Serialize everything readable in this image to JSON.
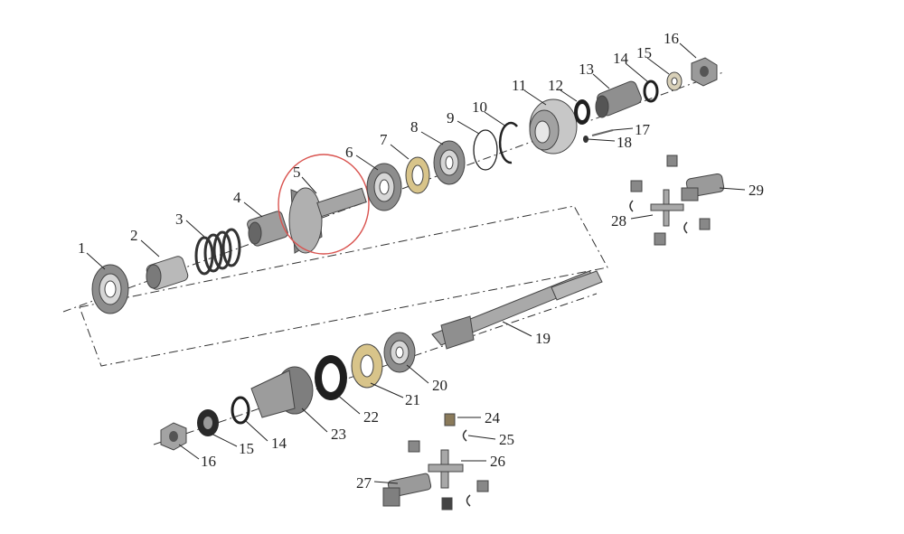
{
  "callouts": [
    {
      "key": "p1",
      "label": "1"
    },
    {
      "key": "p2",
      "label": "2"
    },
    {
      "key": "p3",
      "label": "3"
    },
    {
      "key": "p4",
      "label": "4"
    },
    {
      "key": "p5",
      "label": "5"
    },
    {
      "key": "p6",
      "label": "6"
    },
    {
      "key": "p7",
      "label": "7"
    },
    {
      "key": "p8",
      "label": "8"
    },
    {
      "key": "p9",
      "label": "9"
    },
    {
      "key": "p10",
      "label": "10"
    },
    {
      "key": "p11",
      "label": "11"
    },
    {
      "key": "p12",
      "label": "12"
    },
    {
      "key": "p13",
      "label": "13"
    },
    {
      "key": "p14a",
      "label": "14"
    },
    {
      "key": "p15a",
      "label": "15"
    },
    {
      "key": "p16a",
      "label": "16"
    },
    {
      "key": "p17",
      "label": "17"
    },
    {
      "key": "p18",
      "label": "18"
    },
    {
      "key": "p19",
      "label": "19"
    },
    {
      "key": "p20",
      "label": "20"
    },
    {
      "key": "p21",
      "label": "21"
    },
    {
      "key": "p22",
      "label": "22"
    },
    {
      "key": "p23",
      "label": "23"
    },
    {
      "key": "p14b",
      "label": "14"
    },
    {
      "key": "p15b",
      "label": "15"
    },
    {
      "key": "p16b",
      "label": "16"
    },
    {
      "key": "p24",
      "label": "24"
    },
    {
      "key": "p25",
      "label": "25"
    },
    {
      "key": "p26",
      "label": "26"
    },
    {
      "key": "p27",
      "label": "27"
    },
    {
      "key": "p28",
      "label": "28"
    },
    {
      "key": "p29",
      "label": "29"
    }
  ],
  "colors": {
    "highlight_circle": "#d9534f",
    "metal": "#9a9a9a",
    "brass": "#d8c48a",
    "rubber": "#1f1f1f"
  }
}
